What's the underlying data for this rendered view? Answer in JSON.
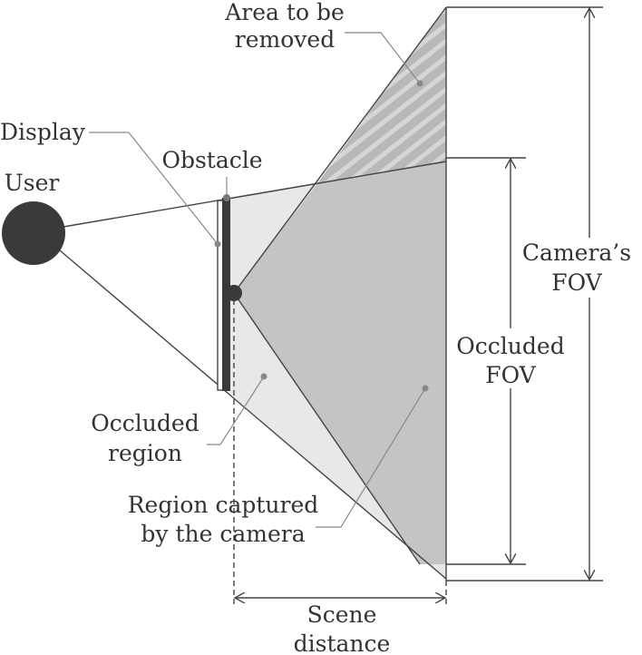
{
  "labels": {
    "area_removed_line1": "Area to be",
    "area_removed_line2": "removed",
    "display": "Display",
    "obstacle": "Obstacle",
    "user": "User",
    "cameras_fov_line1": "Camera’s",
    "cameras_fov_line2": "FOV",
    "occluded_fov_line1": "Occluded",
    "occluded_fov_line2": "FOV",
    "occluded_region_line1": "Occluded",
    "occluded_region_line2": "region",
    "region_captured_line1": "Region captured",
    "region_captured_line2": "by the camera",
    "scene_distance_line1": "Scene",
    "scene_distance_line2": "distance"
  },
  "colors": {
    "occluded_region_fill": "#e8e8e8",
    "captured_region_fill": "#c4c4c4",
    "hatched_area_base": "#b8b8b8",
    "hatch_stripe": "#d6d6d6",
    "user_fill": "#3a3a3a",
    "obstacle_fill": "#3a3a3a",
    "line": "#444444",
    "leader": "#888888",
    "text": "#333333"
  }
}
